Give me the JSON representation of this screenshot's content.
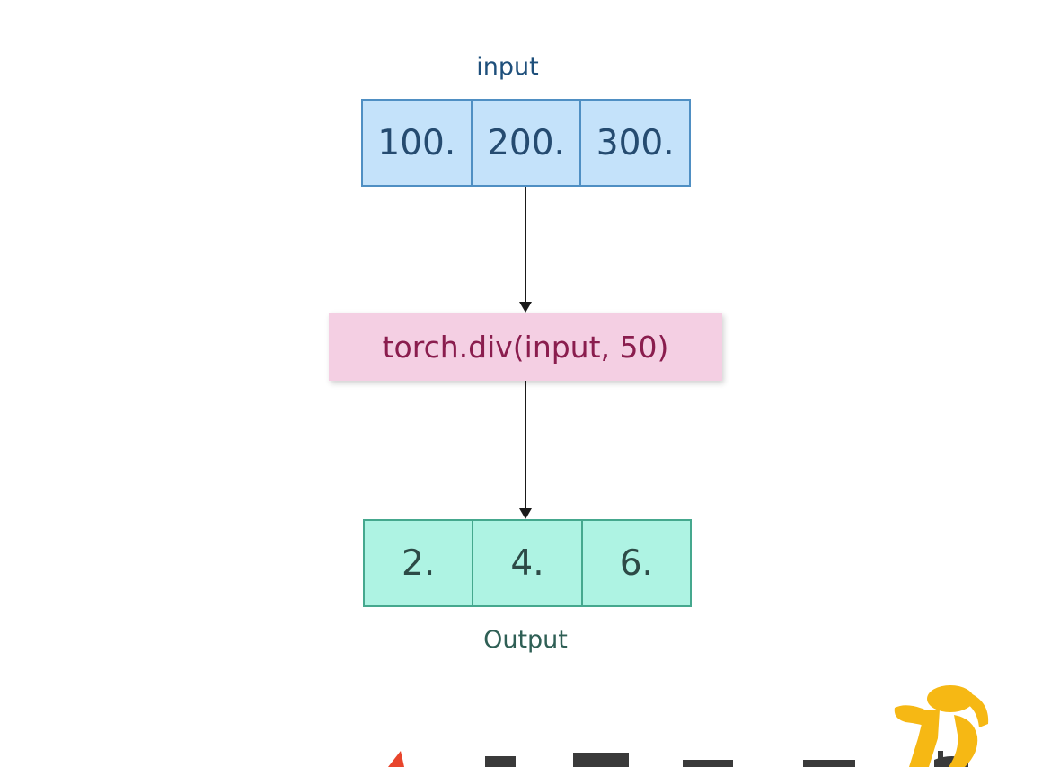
{
  "diagram": {
    "input_label": "input",
    "input_values": [
      "100.",
      "200.",
      "300."
    ],
    "operation": "torch.div(input, 50)",
    "output_values": [
      "2.",
      "4.",
      "6."
    ],
    "output_label": "Output"
  },
  "colors": {
    "input_fill": "#c4e2fa",
    "input_border": "#4f8fc3",
    "operation_fill": "#f4cfe3",
    "operation_text": "#8a1d4e",
    "output_fill": "#aef3e3",
    "output_border": "#45a88e",
    "arrow": "#1a1a1a",
    "logo_red": "#e8452c",
    "logo_gold": "#f6b814"
  },
  "icons": {
    "bottom_left": "pytorch-wordmark-logo",
    "bottom_right": "figure-mascot-logo"
  }
}
